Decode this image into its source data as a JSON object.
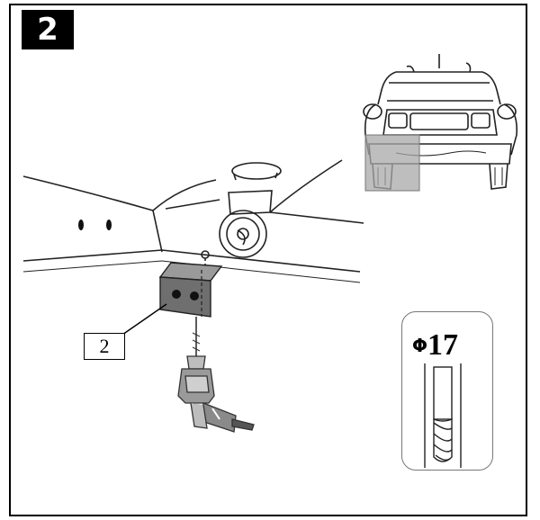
{
  "step": {
    "number": "2"
  },
  "callout": {
    "part_number": "2"
  },
  "drill_spec": {
    "symbol": "Φ",
    "size": "17"
  },
  "icons": [
    "car-rear-view-illustration",
    "bumper-underside-illustration",
    "mounting-bracket-illustration",
    "power-drill-icon",
    "drill-bit-icon"
  ],
  "colors": {
    "ink": "#000000",
    "highlight": "#a8a8a8",
    "bracket": "#6f6f6f",
    "drill": "#9a9a9a"
  }
}
